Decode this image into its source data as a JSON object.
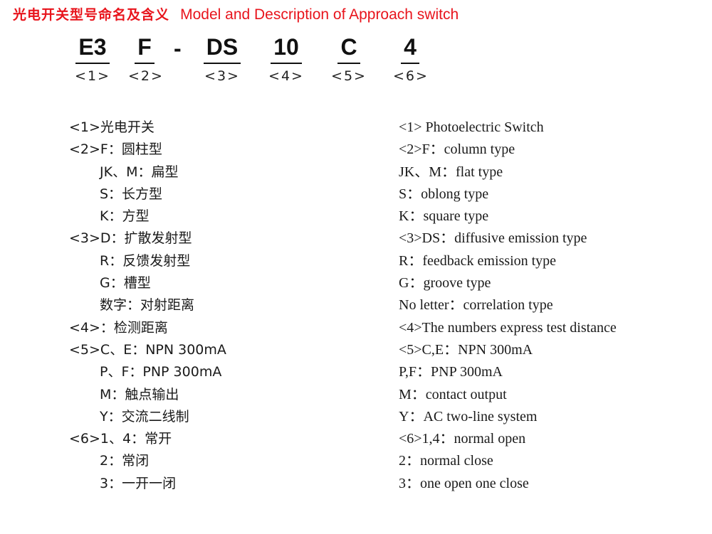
{
  "title": {
    "zh": "光电开关型号命名及含义",
    "en": "Model and Description of Approach switch"
  },
  "code": {
    "segments": [
      {
        "text": "E3",
        "index": "<1>"
      },
      {
        "text": "F",
        "index": "<2>"
      },
      {
        "text": "DS",
        "index": "<3>"
      },
      {
        "text": "10",
        "index": "<4>"
      },
      {
        "text": "C",
        "index": "<5>"
      },
      {
        "text": "4",
        "index": "<6>"
      }
    ],
    "dash": "-"
  },
  "left_lines": [
    {
      "text": "<1>光电开关",
      "indent": false
    },
    {
      "text": "<2>F：圆柱型",
      "indent": false
    },
    {
      "text": "JK、M：扁型",
      "indent": true
    },
    {
      "text": "S：长方型",
      "indent": true
    },
    {
      "text": "K：方型",
      "indent": true
    },
    {
      "text": "<3>D：扩散发射型",
      "indent": false
    },
    {
      "text": "R：反馈发射型",
      "indent": true
    },
    {
      "text": "G：槽型",
      "indent": true
    },
    {
      "text": "数字：对射距离",
      "indent": true
    },
    {
      "text": "<4>：检测距离",
      "indent": false
    },
    {
      "text": "<5>C、E：NPN 300mA",
      "indent": false
    },
    {
      "text": "P、F：PNP 300mA",
      "indent": true
    },
    {
      "text": "M：触点输出",
      "indent": true
    },
    {
      "text": "Y：交流二线制",
      "indent": true
    },
    {
      "text": "<6>1、4：常开",
      "indent": false
    },
    {
      "text": "2：常闭",
      "indent": true
    },
    {
      "text": "3：一开一闭",
      "indent": true
    }
  ],
  "right_lines": [
    "<1> Photoelectric Switch",
    "<2>F：column type",
    "JK、M：flat type",
    "S：oblong type",
    " K：square type",
    "<3>DS：diffusive emission type",
    "R：feedback emission type",
    "G：groove type",
    "No letter：correlation type",
    "<4>The numbers express test distance",
    "<5>C,E：NPN 300mA",
    "P,F：PNP 300mA",
    "M：contact output",
    "Y：AC two-line system",
    "<6>1,4：normal open",
    "2：normal close",
    "3：one open one close"
  ]
}
